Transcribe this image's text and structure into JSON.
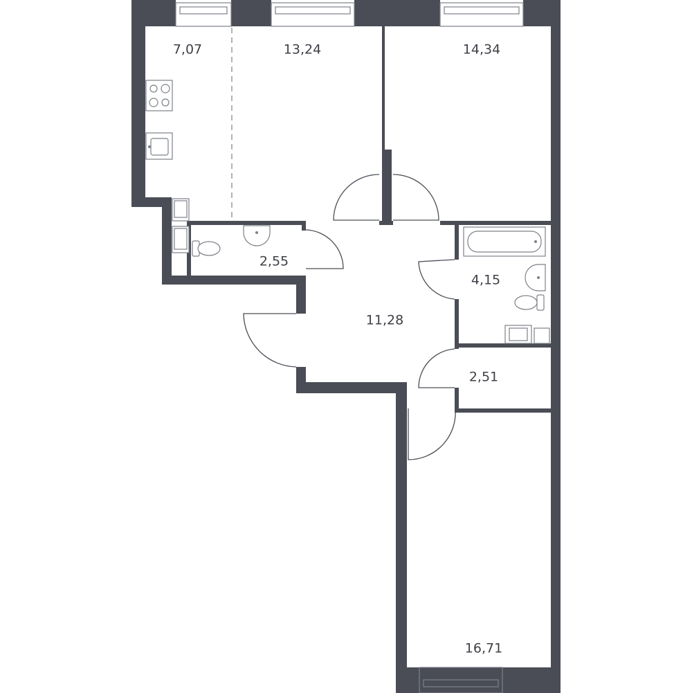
{
  "rooms": [
    {
      "id": "kitchen",
      "area": "7,07"
    },
    {
      "id": "living",
      "area": "13,24"
    },
    {
      "id": "bedroom-1",
      "area": "14,34"
    },
    {
      "id": "wc",
      "area": "2,55"
    },
    {
      "id": "bathroom",
      "area": "4,15"
    },
    {
      "id": "hall",
      "area": "11,28"
    },
    {
      "id": "storage",
      "area": "2,51"
    },
    {
      "id": "bedroom-2",
      "area": "16,71"
    }
  ],
  "colors": {
    "wall": "#4a4d55",
    "label": "#3f4148",
    "fixture": "#7d8088"
  }
}
